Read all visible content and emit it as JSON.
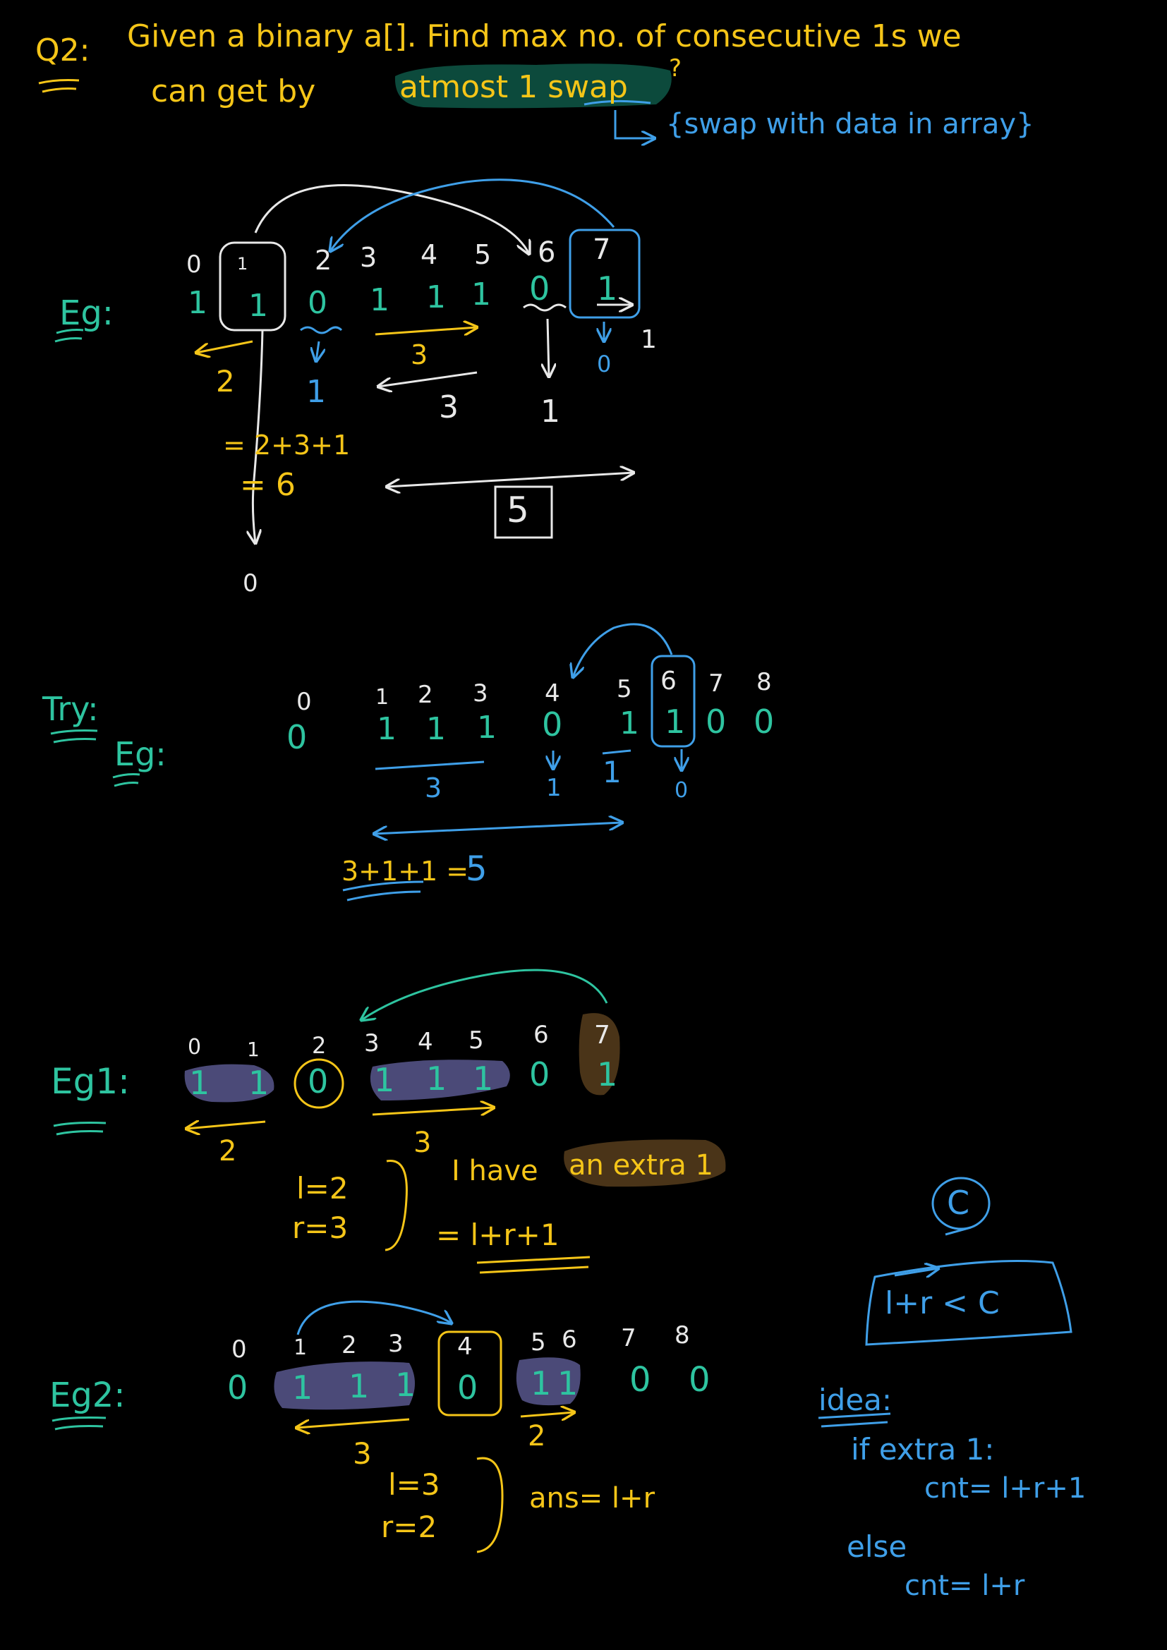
{
  "colors": {
    "background": "#000000",
    "yellow": "#f5c518",
    "blue": "#3f9fe8",
    "green": "#2ec4a0",
    "white": "#e8e8e8",
    "highlight_green": "#0c4a3c",
    "highlight_purple": "#4b4a78",
    "highlight_brown": "#4a3418"
  },
  "question": {
    "label": "Q2:",
    "line1": "Given a binary a[]. Find max no. of consecutive 1s we",
    "line2_start": "can get by",
    "highlight": "atmost 1 swap",
    "qmark": "?",
    "note": "{swap with data in array}"
  },
  "example0": {
    "label": "Eg:",
    "indices": [
      "0",
      "1",
      "2",
      "3",
      "4",
      "5",
      "6",
      "7"
    ],
    "values": [
      "1",
      "1",
      "0",
      "1",
      "1",
      "1",
      "0",
      "1"
    ],
    "left_count": "2",
    "mid_count": "3",
    "swap_in": "1",
    "swap_out": "0",
    "after_count": "3",
    "after_one": "1",
    "right_one": "1",
    "sum_line1": "= 2+3+1",
    "sum_line2": "= 6",
    "bottom_zero": "0",
    "boxed_result": "5"
  },
  "try_example": {
    "label1": "Try:",
    "label2": "Eg:",
    "indices": [
      "0",
      "1",
      "2",
      "3",
      "4",
      "5",
      "6",
      "7",
      "8"
    ],
    "values": [
      "0",
      "1",
      "1",
      "1",
      "0",
      "1",
      "1",
      "0",
      "0"
    ],
    "run_count": "3",
    "swap_in": "1",
    "after_one": "1",
    "swap_out": "0",
    "sum": "3+1+1 =",
    "result": "5"
  },
  "eg1": {
    "label": "Eg1:",
    "indices": [
      "0",
      "1",
      "2",
      "3",
      "4",
      "5",
      "6",
      "7"
    ],
    "values": [
      "1",
      "1",
      "0",
      "1",
      "1",
      "1",
      "0",
      "1"
    ],
    "left_count": "2",
    "right_count": "3",
    "l": "l=2",
    "r": "r=3",
    "extra_text": "I have",
    "extra_highlight": "an extra 1",
    "formula": "= l+r+1"
  },
  "eg2": {
    "label": "Eg2:",
    "indices": [
      "0",
      "1",
      "2",
      "3",
      "4",
      "5",
      "6",
      "7",
      "8"
    ],
    "values": [
      "0",
      "1",
      "1",
      "1",
      "0",
      "1",
      "1",
      "0",
      "0"
    ],
    "left_count": "3",
    "right_count": "2",
    "l": "l=3",
    "r": "r=2",
    "ans": "ans= l+r"
  },
  "side_note": {
    "c_label": "C",
    "condition": "l+r < C",
    "idea": "idea:",
    "if_line": "if extra 1:",
    "cnt1": "cnt= l+r+1",
    "else_line": "else",
    "cnt2": "cnt= l+r"
  }
}
